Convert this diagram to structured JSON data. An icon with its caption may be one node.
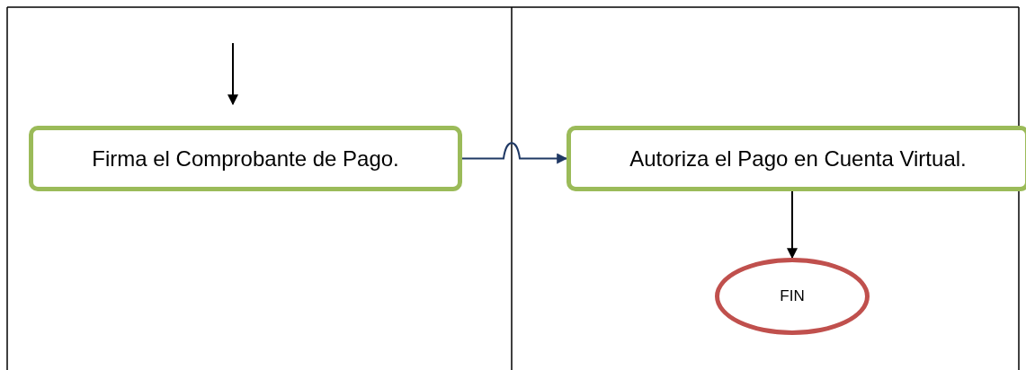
{
  "diagram": {
    "nodes": [
      {
        "text": [
          "Firma el Comprobante de Pago."
        ]
      },
      {
        "text": [
          "Autoriza el Pago en Cuenta Virtual."
        ]
      },
      {
        "text": [
          "FIN"
        ]
      }
    ],
    "edges": [
      {
        "from": null,
        "to": 0,
        "arrow": "to"
      },
      {
        "from": 0,
        "to": 1,
        "arrow": "to",
        "color": "#1f3864"
      },
      {
        "from": 1,
        "to": 2,
        "arrow": "to"
      }
    ]
  }
}
